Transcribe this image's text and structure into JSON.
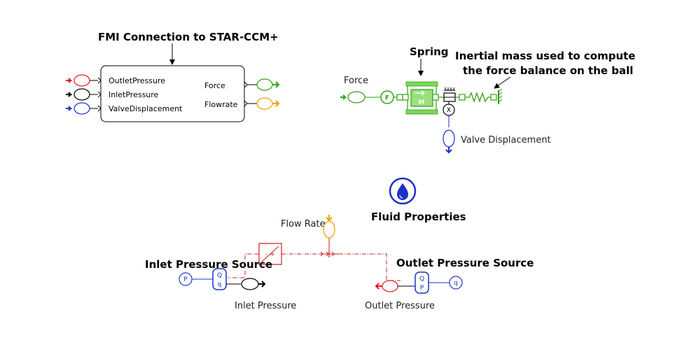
{
  "labels": {
    "fmi_title": "FMI Connection to STAR-CCM+",
    "spring": "Spring",
    "inertial_line1": "Inertial mass used to compute",
    "inertial_line2": "the force balance on the ball",
    "force": "Force",
    "valve_displacement": "Valve Displacement",
    "fluid_properties": "Fluid Properties",
    "flow_rate": "Flow Rate",
    "inlet_pressure_source": "Inlet Pressure Source",
    "outlet_pressure_source": "Outlet Pressure Source",
    "inlet_pressure": "Inlet Pressure",
    "outlet_pressure": "Outlet Pressure"
  },
  "fmi_block": {
    "inputs": [
      "OutletPressure",
      "InletPressure",
      "ValveDisplacement"
    ],
    "outputs": [
      "Force",
      "Flowrate"
    ]
  },
  "glyphs": {
    "force_source": "F",
    "mass": "M",
    "displacement_sensor": "X",
    "pressure_p": "P",
    "flow_q": "q",
    "port_q": "Q",
    "port_p": "P",
    "gain": "- +"
  },
  "colors": {
    "red": "#e8161b",
    "black": "#000000",
    "blue": "#1b32c8",
    "green": "#2fa012",
    "orange": "#f0a000",
    "dashred": "#d21c1c"
  }
}
